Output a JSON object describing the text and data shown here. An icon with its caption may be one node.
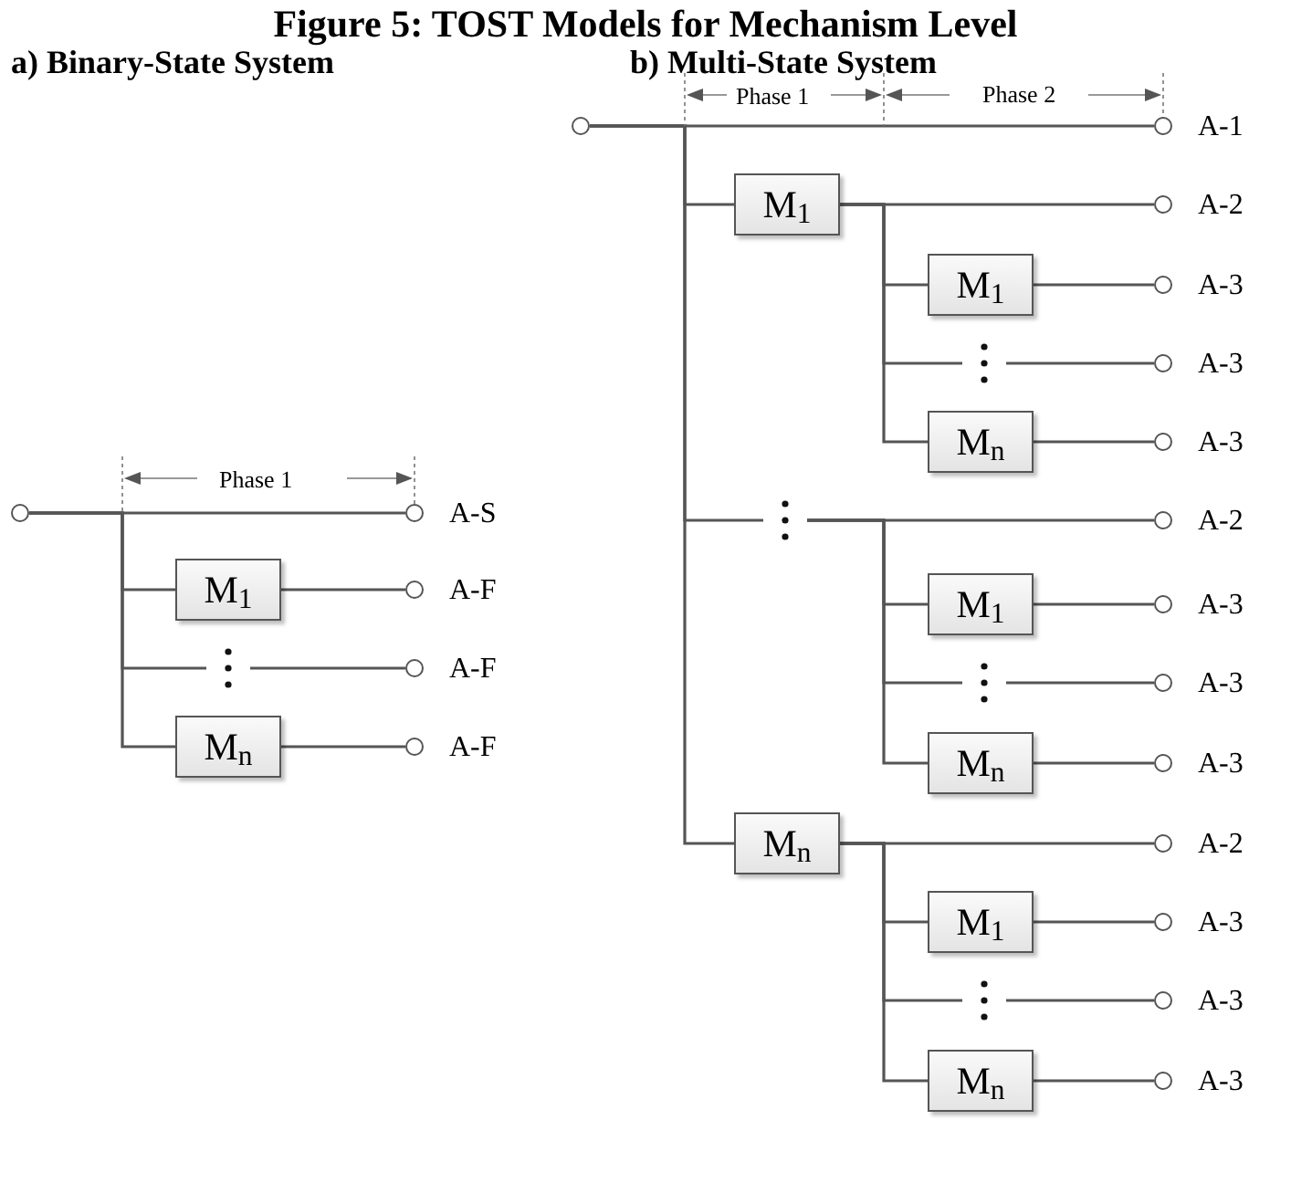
{
  "diagram": {
    "title": "Figure 5: TOST Models for Mechanism Level",
    "nodes": [
      {
        "text": [],
        "shape": "circle"
      },
      {
        "text": [
          "M$_{1}$"
        ]
      },
      {
        "text": [
          "M$_{n}$"
        ]
      },
      {
        "text": [],
        "shape": "circle",
        "beside": [
          "A-S"
        ]
      },
      {
        "text": [],
        "shape": "circle",
        "beside": [
          "A-F"
        ]
      },
      {
        "text": [],
        "shape": "circle",
        "beside": [
          "A-F"
        ]
      },
      {
        "text": [],
        "shape": "circle",
        "beside": [
          "A-F"
        ]
      },
      {
        "text": [],
        "shape": "circle"
      },
      {
        "text": [],
        "shape": "circle",
        "beside": [
          "A-1"
        ]
      },
      {
        "text": [
          "M$_{1}$"
        ]
      },
      {
        "text": [],
        "shape": "circle",
        "beside": [
          "A-2"
        ]
      },
      {
        "text": [
          "M$_{1}$"
        ]
      },
      {
        "text": [],
        "shape": "circle",
        "beside": [
          "A-3"
        ]
      },
      {
        "text": [],
        "shape": "circle",
        "beside": [
          "A-3"
        ]
      },
      {
        "text": [
          "M$_{n}$"
        ]
      },
      {
        "text": [],
        "shape": "circle",
        "beside": [
          "A-3"
        ]
      },
      {
        "text": [],
        "shape": "circle",
        "beside": [
          "A-2"
        ]
      },
      {
        "text": [
          "M$_{1}$"
        ]
      },
      {
        "text": [],
        "shape": "circle",
        "beside": [
          "A-3"
        ]
      },
      {
        "text": [],
        "shape": "circle",
        "beside": [
          "A-3"
        ]
      },
      {
        "text": [
          "M$_{n}$"
        ]
      },
      {
        "text": [],
        "shape": "circle",
        "beside": [
          "A-3"
        ]
      },
      {
        "text": [
          "M$_{n}$"
        ]
      },
      {
        "text": [],
        "shape": "circle",
        "beside": [
          "A-2"
        ]
      },
      {
        "text": [
          "M$_{1}$"
        ]
      },
      {
        "text": [],
        "shape": "circle",
        "beside": [
          "A-3"
        ]
      },
      {
        "text": [],
        "shape": "circle",
        "beside": [
          "A-3"
        ]
      },
      {
        "text": [
          "M$_{n}$"
        ]
      },
      {
        "text": [],
        "shape": "circle",
        "beside": [
          "A-3"
        ]
      },
      {
        "text": [],
        "shape": "dots"
      },
      {
        "text": [],
        "shape": "dots"
      },
      {
        "text": [],
        "shape": "dots"
      },
      {
        "text": [],
        "shape": "dots"
      },
      {
        "text": [],
        "shape": "dots"
      }
    ],
    "edges": [
      {
        "from": 0,
        "to": 3,
        "arrow": "none"
      },
      {
        "from": 0,
        "to": 1,
        "arrow": "none"
      },
      {
        "from": 1,
        "to": 4,
        "arrow": "none"
      },
      {
        "from": 0,
        "to": 29,
        "arrow": "none"
      },
      {
        "from": 29,
        "to": 5,
        "arrow": "none"
      },
      {
        "from": 0,
        "to": 2,
        "arrow": "none"
      },
      {
        "from": 2,
        "to": 6,
        "arrow": "none"
      },
      {
        "from": 7,
        "to": 8,
        "arrow": "none"
      },
      {
        "from": 7,
        "to": 9,
        "arrow": "none"
      },
      {
        "from": 9,
        "to": 10,
        "arrow": "none"
      },
      {
        "from": 9,
        "to": 11,
        "arrow": "none"
      },
      {
        "from": 11,
        "to": 12,
        "arrow": "none"
      },
      {
        "from": 9,
        "to": 31,
        "arrow": "none"
      },
      {
        "from": 31,
        "to": 13,
        "arrow": "none"
      },
      {
        "from": 9,
        "to": 14,
        "arrow": "none"
      },
      {
        "from": 14,
        "to": 15,
        "arrow": "none"
      },
      {
        "from": 7,
        "to": 30,
        "arrow": "none"
      },
      {
        "from": 30,
        "to": 16,
        "arrow": "none"
      },
      {
        "from": 30,
        "to": 17,
        "arrow": "none"
      },
      {
        "from": 17,
        "to": 18,
        "arrow": "none"
      },
      {
        "from": 30,
        "to": 32,
        "arrow": "none"
      },
      {
        "from": 32,
        "to": 19,
        "arrow": "none"
      },
      {
        "from": 30,
        "to": 20,
        "arrow": "none"
      },
      {
        "from": 20,
        "to": 21,
        "arrow": "none"
      },
      {
        "from": 7,
        "to": 22,
        "arrow": "none"
      },
      {
        "from": 22,
        "to": 23,
        "arrow": "none"
      },
      {
        "from": 22,
        "to": 24,
        "arrow": "none"
      },
      {
        "from": 24,
        "to": 25,
        "arrow": "none"
      },
      {
        "from": 22,
        "to": 33,
        "arrow": "none"
      },
      {
        "from": 33,
        "to": 26,
        "arrow": "none"
      },
      {
        "from": 22,
        "to": 27,
        "arrow": "none"
      },
      {
        "from": 27,
        "to": 28,
        "arrow": "none"
      }
    ],
    "labels": [
      "a) Binary-State System",
      "b) Multi-State System",
      "Phase 1",
      "Phase 2",
      "Phase 1"
    ]
  }
}
